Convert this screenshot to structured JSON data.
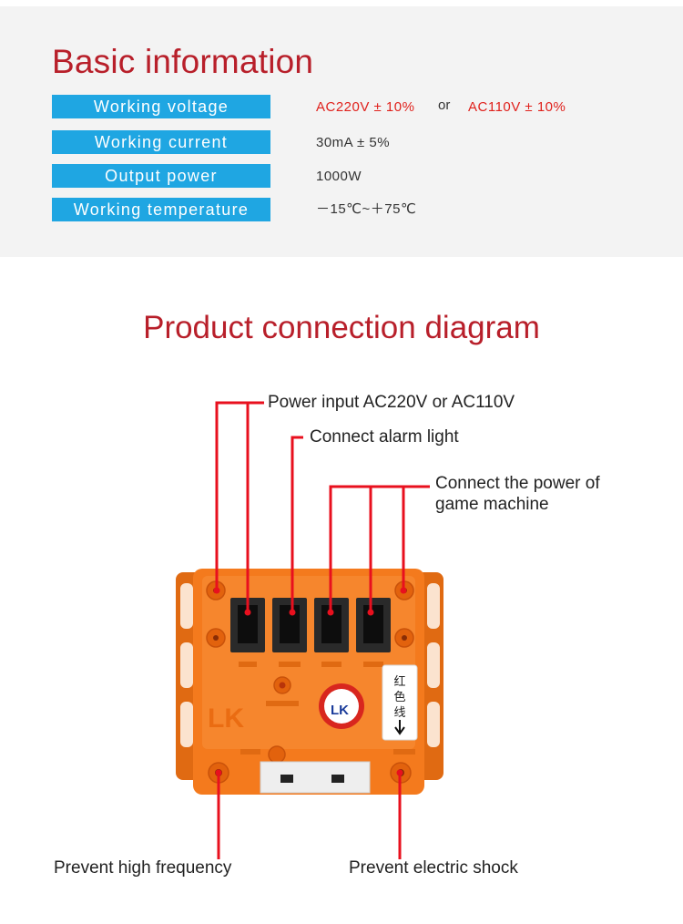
{
  "basic_info": {
    "title": "Basic information",
    "specs": [
      {
        "label": "Working voltage",
        "value": "AC220V ± 10%",
        "connector": "or",
        "value_alt": "AC110V ± 10%"
      },
      {
        "label": "Working current",
        "value": "30mA ± 5%"
      },
      {
        "label": "Output power",
        "value": "1000W"
      },
      {
        "label": "Working temperature",
        "value": "－15℃~＋75℃"
      }
    ]
  },
  "diagram": {
    "title": "Product connection diagram",
    "callouts": {
      "power_input": "Power input AC220V or AC110V",
      "alarm_light": "Connect alarm light",
      "game_power_line1": "Connect the power of",
      "game_power_line2": "game machine",
      "high_frequency": "Prevent high frequency",
      "electric_shock": "Prevent electric shock"
    },
    "device": {
      "brand_mark": "LK",
      "sticker_text": [
        "红",
        "色",
        "线"
      ]
    }
  },
  "colors": {
    "title_red": "#b81f2a",
    "label_blue": "#1fa6e2",
    "value_red": "#e0211c",
    "lead_red": "#e8101e",
    "device_orange": "#f47a1d"
  }
}
